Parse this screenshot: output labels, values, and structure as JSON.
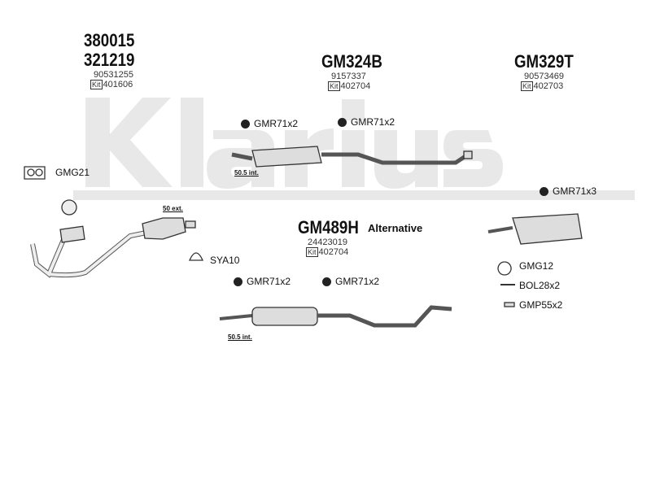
{
  "watermark": "Klarius",
  "groups": [
    {
      "codes": [
        "380015",
        "321219"
      ],
      "oe": "90531255",
      "kit_label": "Kit",
      "kit": "401606"
    },
    {
      "codes": [
        "GM324B"
      ],
      "oe": "9157337",
      "kit_label": "Kit",
      "kit": "402704"
    },
    {
      "codes": [
        "GM329T"
      ],
      "oe": "90573469",
      "kit_label": "Kit",
      "kit": "402703"
    },
    {
      "codes": [
        "GM489H"
      ],
      "alt": "Alternative",
      "oe": "24423019",
      "kit_label": "Kit",
      "kit": "402704"
    }
  ],
  "parts": {
    "gmg21": "GMG21",
    "sya10": "SYA10",
    "gmr1": "GMR71x2",
    "gmr2": "GMR71x2",
    "gmr3": "GMR71x3",
    "gmr4": "GMR71x2",
    "gmr5": "GMR71x2",
    "gmg12": "GMG12",
    "bol": "BOL28x2",
    "gmp": "GMP55x2"
  },
  "notes": {
    "ext": "50 ext.",
    "int1": "50.5 int.",
    "int2": "50.5 int."
  }
}
